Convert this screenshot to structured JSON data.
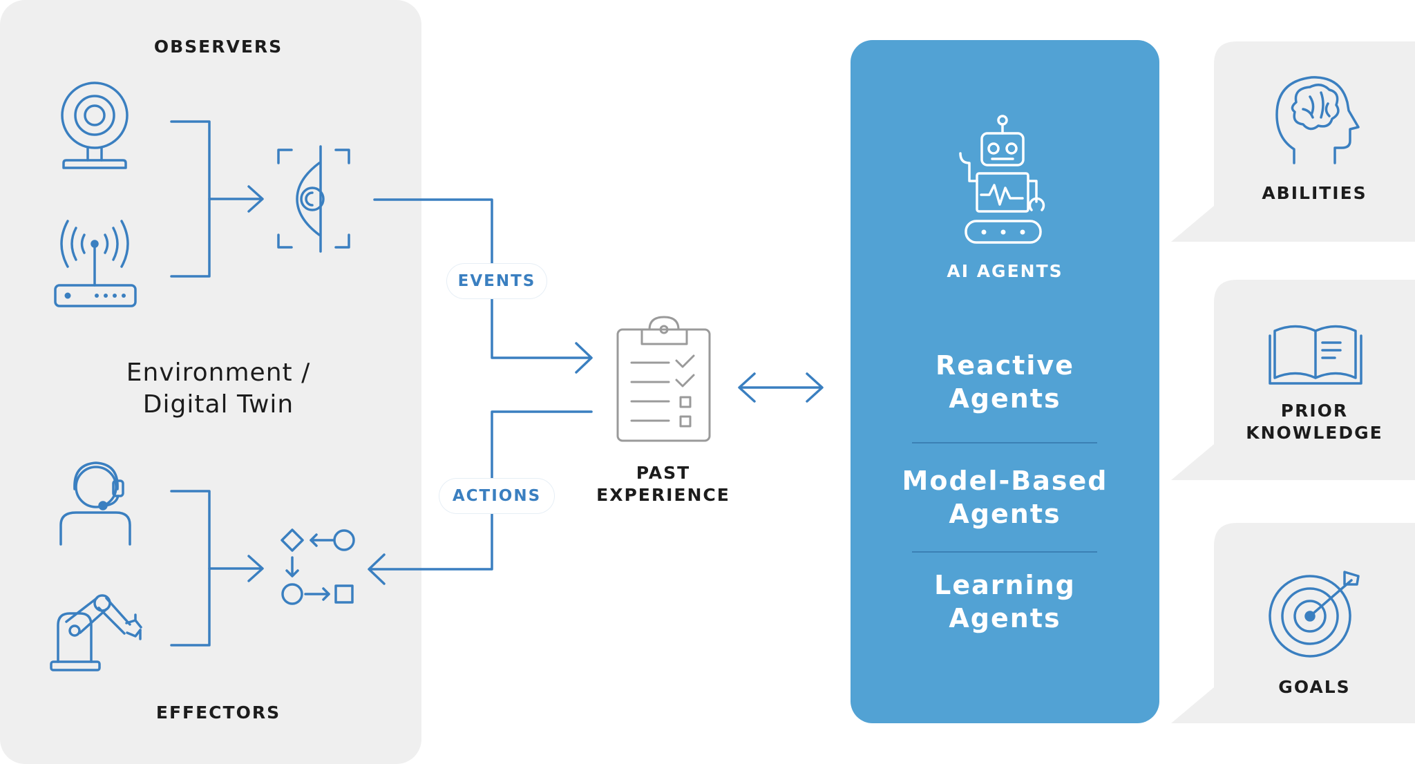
{
  "environment": {
    "observers_label": "OBSERVERS",
    "effectors_label": "EFFECTORS",
    "title_line1": "Environment /",
    "title_line2": "Digital Twin"
  },
  "flow": {
    "events_label": "EVENTS",
    "actions_label": "ACTIONS",
    "past_line1": "PAST",
    "past_line2": "EXPERIENCE"
  },
  "agents": {
    "header": "AI AGENTS",
    "types": [
      {
        "line1": "Reactive",
        "line2": "Agents"
      },
      {
        "line1": "Model-Based",
        "line2": "Agents"
      },
      {
        "line1": "Learning",
        "line2": "Agents"
      }
    ]
  },
  "inputs": [
    {
      "label_line1": "ABILITIES",
      "label_line2": "",
      "icon": "brain-head-icon"
    },
    {
      "label_line1": "PRIOR",
      "label_line2": "KNOWLEDGE",
      "icon": "open-book-icon"
    },
    {
      "label_line1": "GOALS",
      "label_line2": "",
      "icon": "target-icon"
    }
  ],
  "colors": {
    "accent_blue": "#3a7fc0",
    "panel_blue": "#52a2d4",
    "panel_gray": "#efefef",
    "icon_gray": "#9a9a9a"
  }
}
